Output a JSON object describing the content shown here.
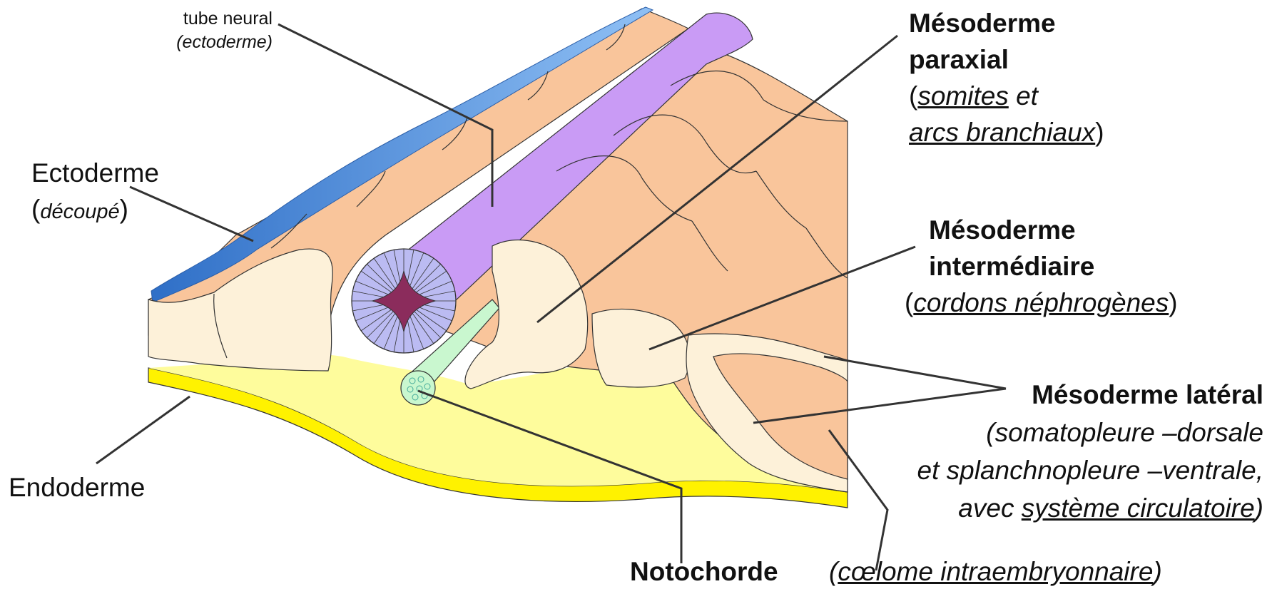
{
  "colors": {
    "ectoderm_blue": "#4a86d8",
    "mesoderm_orange": "#f9c59b",
    "cut_surface_cream": "#fdf1d9",
    "neural_tube_purple": "#c99bf5",
    "neural_section_lavender": "#bbbbf2",
    "neural_canal_maroon": "#8b2c5c",
    "notochord_green": "#c9f7cf",
    "endoderm_pale_yellow": "#fefc9c",
    "endoderm_yellow": "#fff200",
    "leader_line": "#333333"
  },
  "labels": {
    "neural_tube": {
      "line1": "tube neural",
      "line2": "(ectoderme)"
    },
    "ectoderm": {
      "line1": "Ectoderme",
      "open": "(",
      "note": "découpé",
      "close": ")"
    },
    "endoderm": {
      "text": "Endoderme"
    },
    "notochord": {
      "text": "Notochorde"
    },
    "paraxial": {
      "line1": "Mésoderme",
      "line2": "paraxial",
      "open": "(",
      "somites": "somites",
      "et": " et",
      "arcs": "arcs branchiaux",
      "close": ")"
    },
    "intermediate": {
      "line1": "Mésoderme",
      "line2": "intermédiaire",
      "open": "(",
      "note": "cordons néphrogènes",
      "close": ")"
    },
    "lateral": {
      "title": "Mésoderme latéral",
      "line2": "(somatopleure –dorsale",
      "line3": "et splanchnopleure –ventrale,",
      "line4_pre": "avec ",
      "line4_u": "système circulatoire",
      "line4_post": ")"
    },
    "coelom": {
      "open": "(",
      "text": "cœlome intraembryonnaire",
      "close": ")"
    }
  }
}
